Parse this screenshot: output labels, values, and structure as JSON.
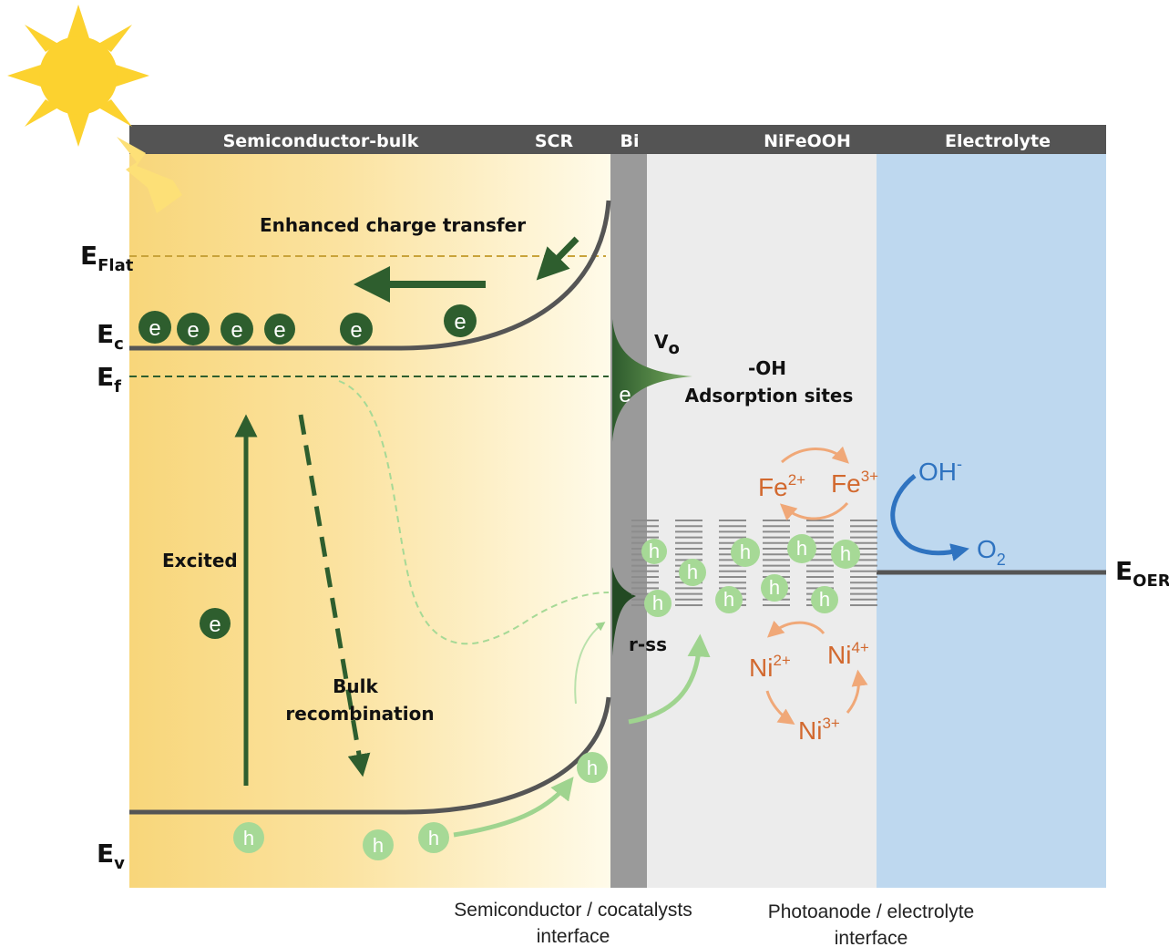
{
  "header": {
    "semiconductor_bulk": "Semiconductor-bulk",
    "scr": "SCR",
    "bi": "Bi",
    "nifeooh": "NiFeOOH",
    "electrolyte": "Electrolyte"
  },
  "energy_levels": {
    "e_flat": "E",
    "e_flat_sub": "Flat",
    "e_c": "E",
    "e_c_sub": "c",
    "e_f": "E",
    "e_f_sub": "f",
    "e_v": "E",
    "e_v_sub": "v",
    "e_oer": "E",
    "e_oer_sub": "OER"
  },
  "labels": {
    "enhanced_charge_transfer": "Enhanced charge transfer",
    "excited": "Excited",
    "bulk_recombination_1": "Bulk",
    "bulk_recombination_2": "recombination",
    "vo_main": "V",
    "vo_sub": "o",
    "oh_site": "-OH",
    "adsorption_sites": "Adsorption sites",
    "r_ss": "r-ss"
  },
  "carriers": {
    "electron": "e",
    "hole": "h"
  },
  "redox": {
    "fe2_base": "Fe",
    "fe2_sup": "2+",
    "fe3_base": "Fe",
    "fe3_sup": "3+",
    "ni2_base": "Ni",
    "ni2_sup": "2+",
    "ni4_base": "Ni",
    "ni4_sup": "4+",
    "ni3_base": "Ni",
    "ni3_sup": "3+"
  },
  "oer": {
    "oh_base": "OH",
    "oh_sup": "-",
    "o2_base": "O",
    "o2_sub": "2"
  },
  "footer": {
    "sc_interface_1": "Semiconductor / cocatalysts",
    "sc_interface_2": "interface",
    "pa_interface_1": "Photoanode / electrolyte",
    "pa_interface_2": "interface"
  },
  "colors": {
    "header_bar": "#545454",
    "bulk_gold": "#f8d77c",
    "electrolyte_blue": "#bed8ef",
    "nifeooh_gray": "#ececec",
    "bi_gray": "#9a9a9a",
    "dark_green": "#2e5e2e",
    "light_green": "#9fd48f",
    "orange": "#d2692f",
    "blue": "#2f73c0",
    "sun_yellow": "#fcd22f"
  }
}
